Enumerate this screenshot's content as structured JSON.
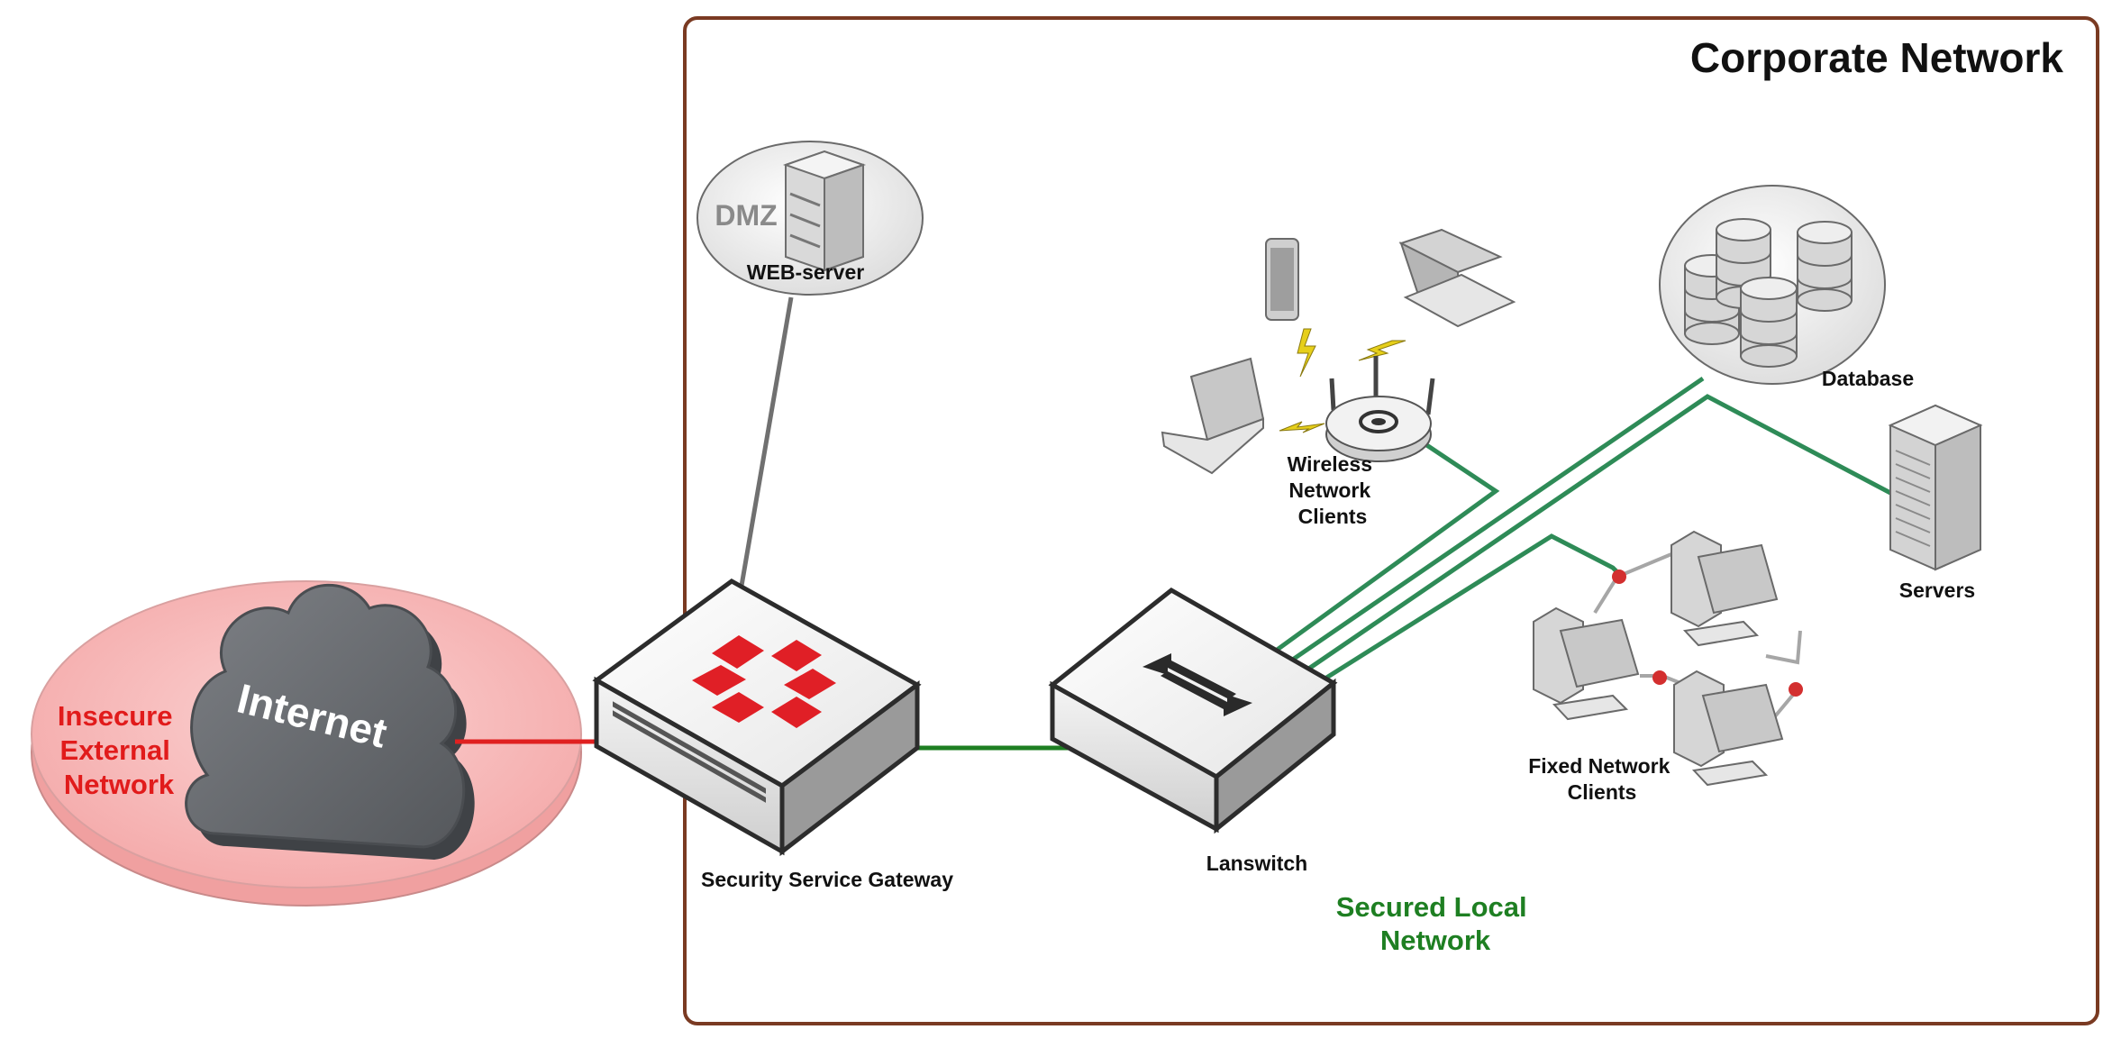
{
  "corporate_title": "Corporate Network",
  "external": {
    "zone_label": [
      "Insecure",
      "External",
      "Network"
    ],
    "cloud_label": "Internet"
  },
  "dmz": {
    "tag": "DMZ",
    "server_label": "WEB-server"
  },
  "gateway": {
    "label": "Security Service Gateway"
  },
  "lanswitch": {
    "label": "Lanswitch"
  },
  "wireless": {
    "label": [
      "Wireless",
      "Network",
      "Clients"
    ]
  },
  "database": {
    "label": "Database"
  },
  "servers": {
    "label": "Servers"
  },
  "fixed_clients": {
    "label": [
      "Fixed Network",
      "Clients"
    ]
  },
  "secured": {
    "label": [
      "Secured Local",
      "Network"
    ]
  },
  "colors": {
    "corporate_border": "#7a3a22",
    "insecure_red": "#e11b1b",
    "secure_green": "#1e7f22",
    "link_green": "#2e8b57",
    "internet_link": "#e02020",
    "dmz_link": "#707070",
    "fortinet_red": "#e01f26"
  }
}
